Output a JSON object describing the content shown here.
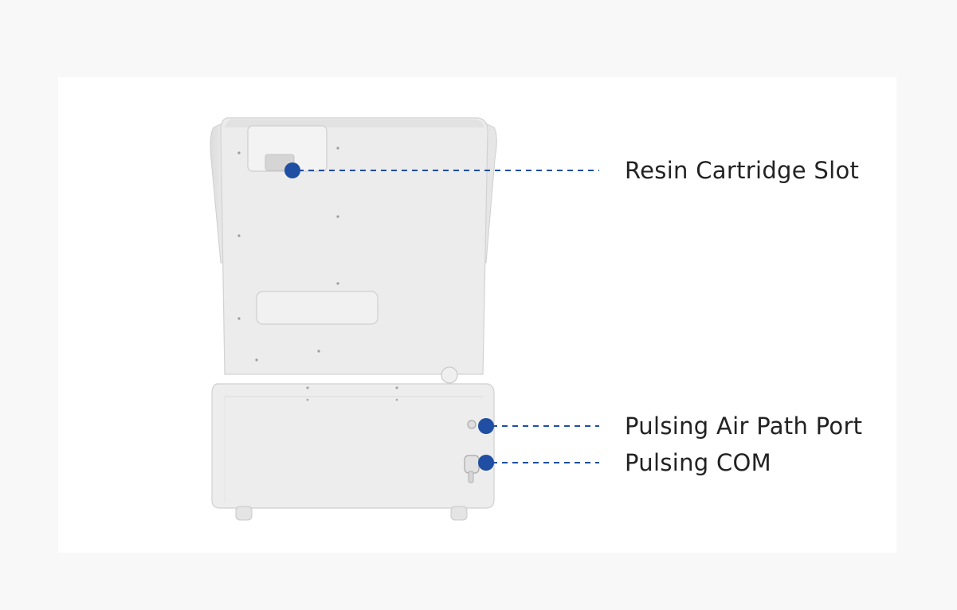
{
  "callouts": [
    {
      "label": "Resin Cartridge Slot"
    },
    {
      "label": "Pulsing Air Path Port"
    },
    {
      "label": "Pulsing COM"
    }
  ],
  "colors": {
    "accent": "#1f4ea3",
    "body": "#ececec",
    "panel": "#ffffff",
    "text": "#222222"
  }
}
